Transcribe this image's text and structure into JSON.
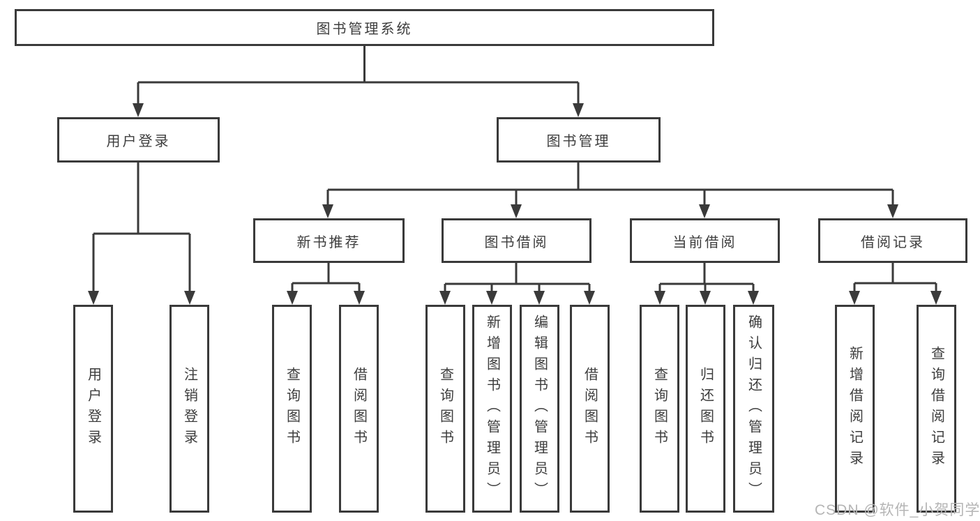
{
  "diagram_title": "图书管理系统",
  "watermark": "CSDN @软件_小贺同学",
  "colors": {
    "line": "#3a3a3a",
    "text": "#3d3d3d",
    "background": "#ffffff",
    "watermark": "#b5b5b5"
  },
  "nodes": {
    "root": {
      "label": "图书管理系统"
    },
    "level2": [
      {
        "label": "用户登录"
      },
      {
        "label": "图书管理"
      }
    ],
    "level3": [
      {
        "label": "新书推荐",
        "parent": "图书管理"
      },
      {
        "label": "图书借阅",
        "parent": "图书管理"
      },
      {
        "label": "当前借阅",
        "parent": "图书管理"
      },
      {
        "label": "借阅记录",
        "parent": "图书管理"
      }
    ],
    "leaves": [
      {
        "label": "用户登录",
        "parent": "用户登录"
      },
      {
        "label": "注销登录",
        "parent": "用户登录"
      },
      {
        "label": "查询图书",
        "parent": "新书推荐"
      },
      {
        "label": "借阅图书",
        "parent": "新书推荐"
      },
      {
        "label": "查询图书",
        "parent": "图书借阅"
      },
      {
        "label": "新增图书（管理员）",
        "parent": "图书借阅"
      },
      {
        "label": "编辑图书（管理员）",
        "parent": "图书借阅"
      },
      {
        "label": "借阅图书",
        "parent": "图书借阅"
      },
      {
        "label": "查询图书",
        "parent": "当前借阅"
      },
      {
        "label": "归还图书",
        "parent": "当前借阅"
      },
      {
        "label": "确认归还（管理员）",
        "parent": "当前借阅"
      },
      {
        "label": "新增借阅记录",
        "parent": "借阅记录"
      },
      {
        "label": "查询借阅记录",
        "parent": "借阅记录"
      }
    ]
  }
}
